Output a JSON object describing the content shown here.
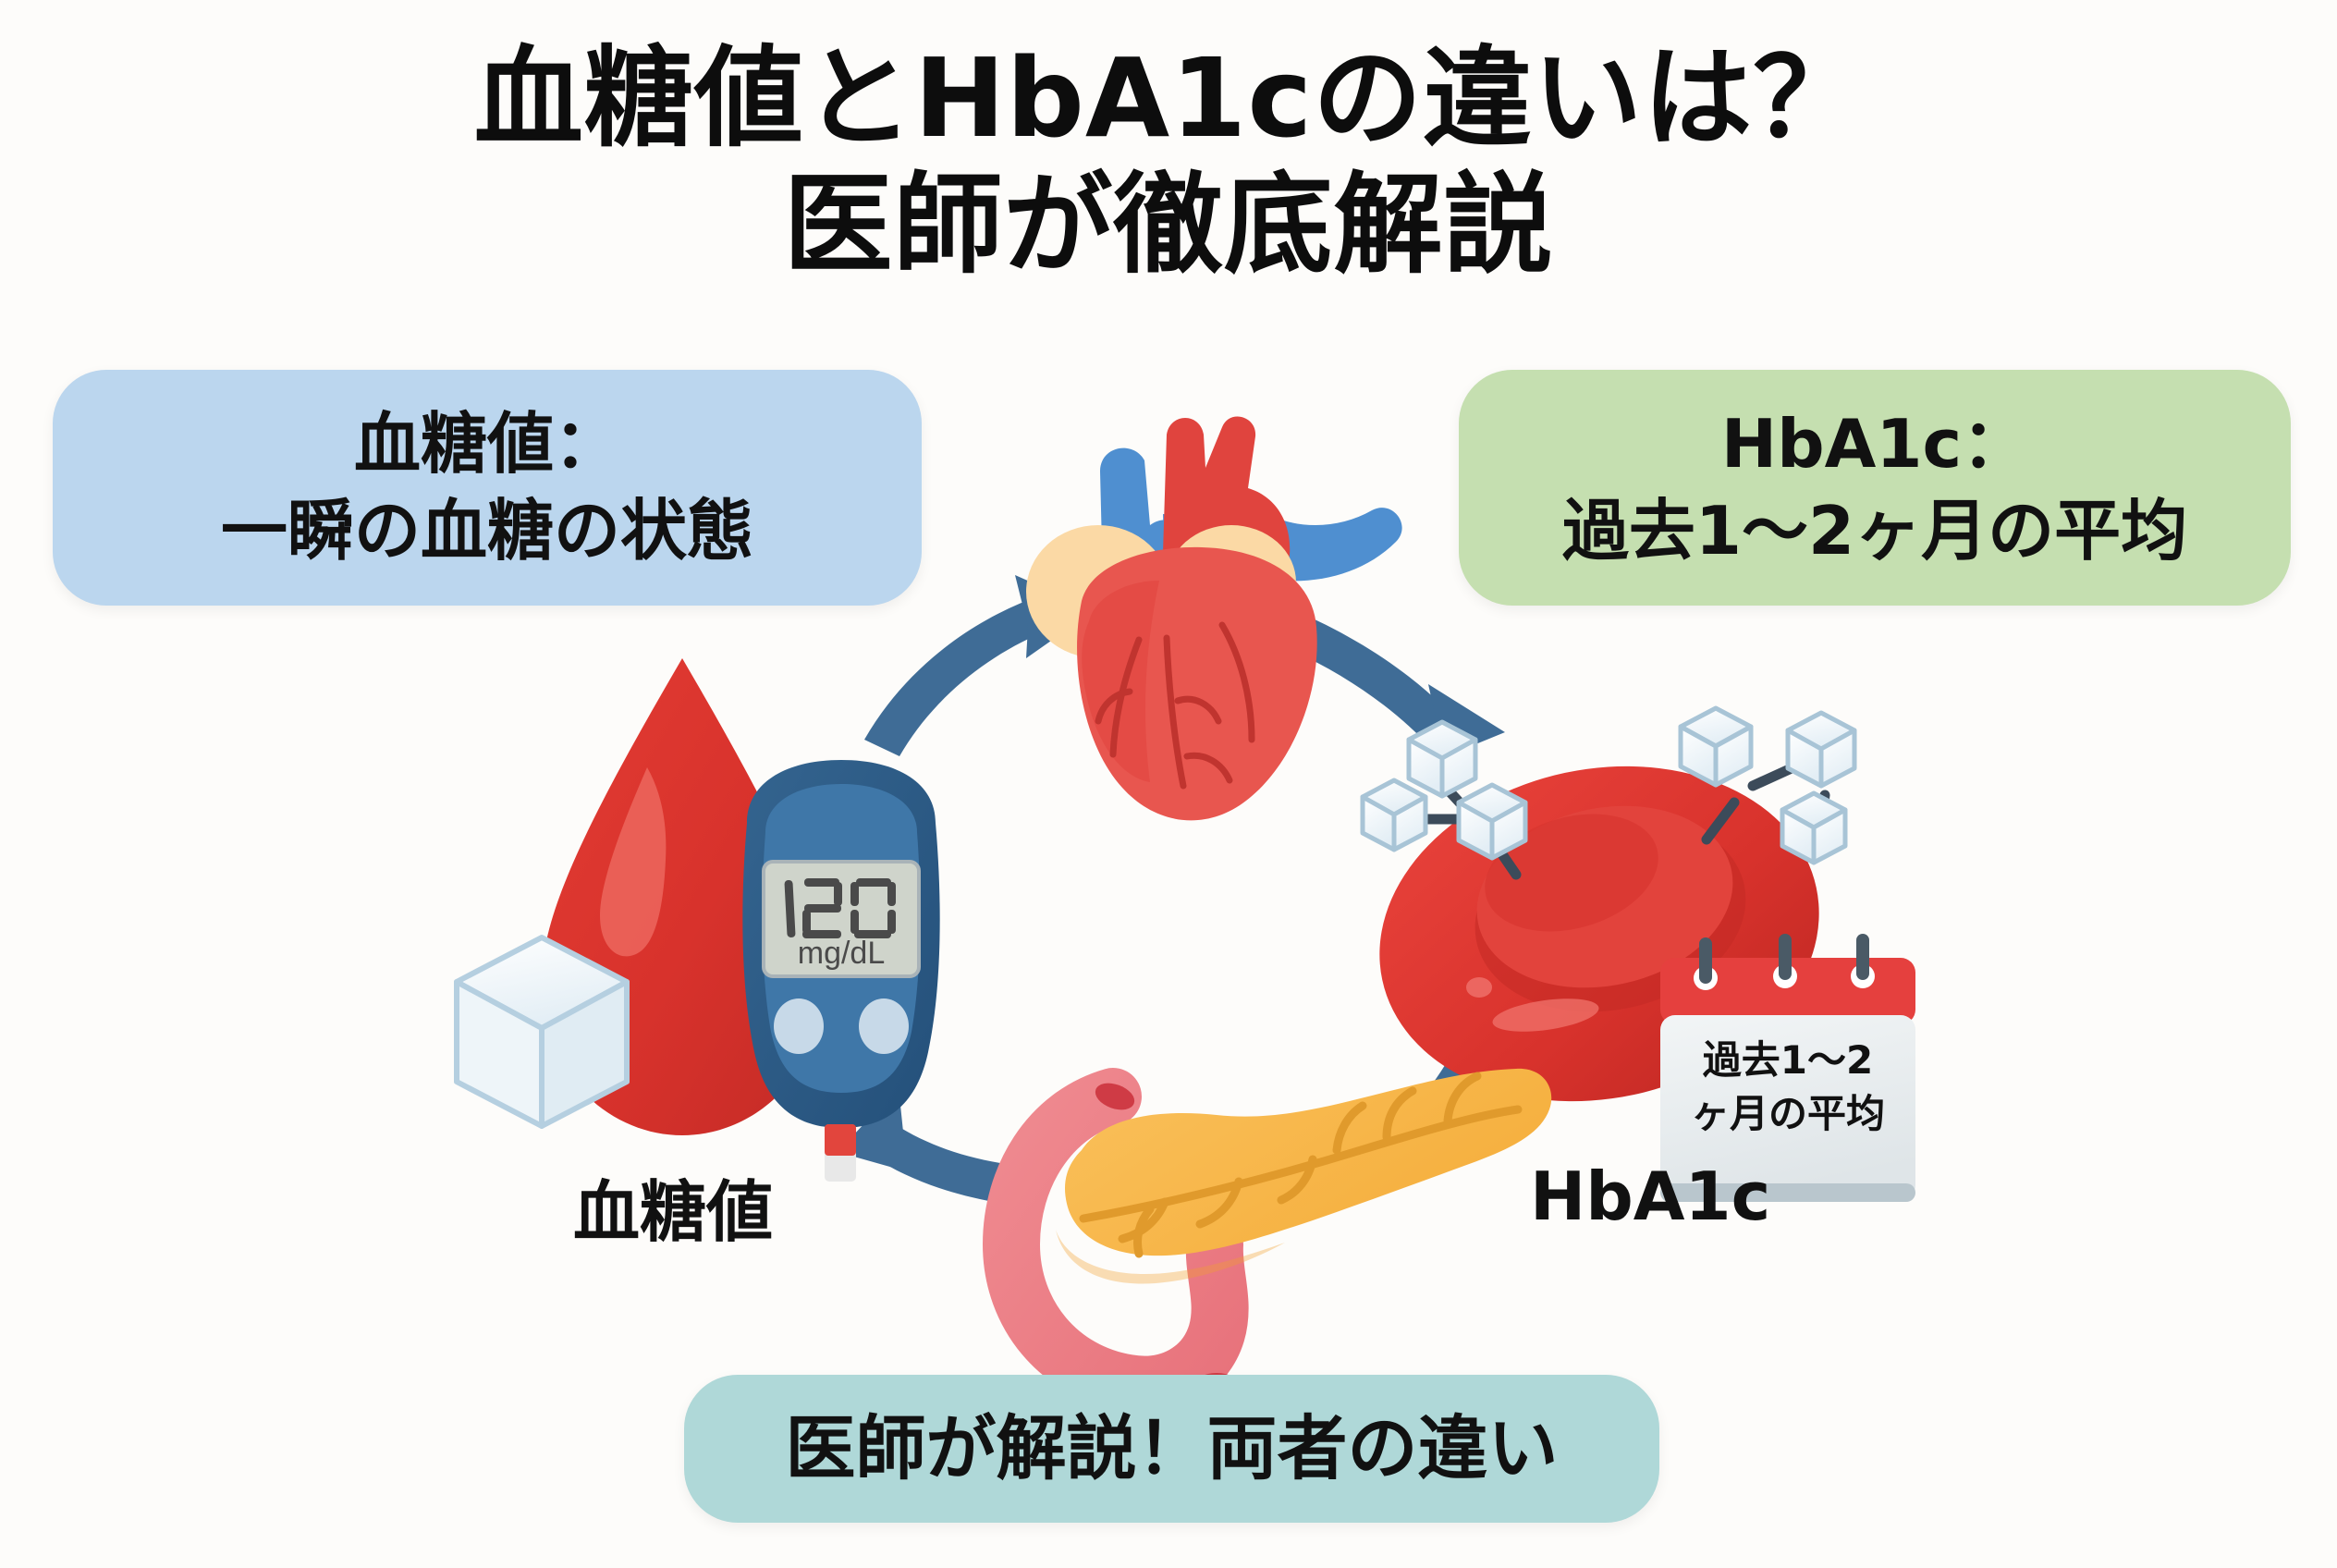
{
  "page": {
    "background_color": "#fdfcfa",
    "title_line1": "血糖値とHbA1cの違いは？",
    "title_line2": "医師が徹底解説"
  },
  "callouts": {
    "blood_glucose": {
      "line1": "血糖値：",
      "line2": "一瞬の血糖の状態",
      "color": "#bbd6ee"
    },
    "hba1c": {
      "line1": "HbA1c：",
      "line2": "過去1〜2ヶ月の平均",
      "color": "#c5dfb0"
    },
    "bottom": {
      "line1": "医師が解説！両者の違い",
      "color": "#afd8d8"
    }
  },
  "diagram": {
    "arrow_color": "#3f6c96",
    "labels": {
      "blood_glucose": "血糖値",
      "hba1c": "HbA1c"
    },
    "glucometer": {
      "reading": "120",
      "unit": "mg/dL",
      "body_color": "#2e5d8c",
      "screen_color": "#cfd4cb"
    },
    "calendar": {
      "line1": "過去1〜2",
      "line2": "ヶ月の平均",
      "header_color": "#e5403e",
      "body_color": "#e8eced"
    },
    "icons": [
      "heart-icon",
      "blood-drop-icon",
      "sugar-cube-icon",
      "glucometer-icon",
      "red-blood-cell-icon",
      "glucose-molecule-icon",
      "calendar-icon",
      "pancreas-icon"
    ]
  }
}
